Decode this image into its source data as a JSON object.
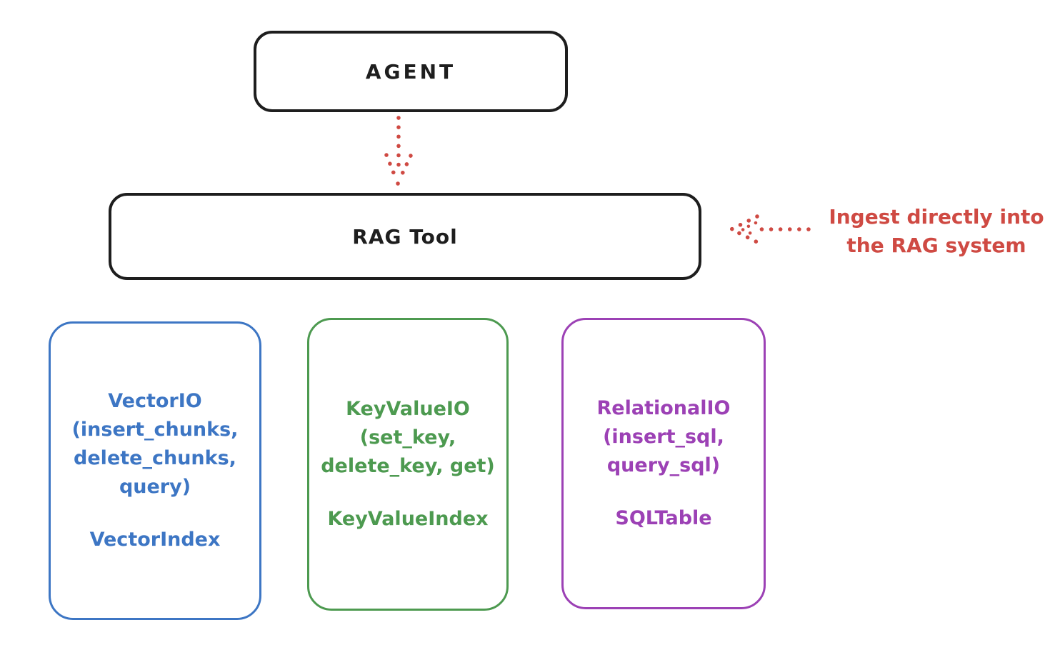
{
  "colors": {
    "ink": "#1e1e1e",
    "red": "#cf4a43",
    "blue": "#3d76c4",
    "green": "#4d9a50",
    "purple": "#9c41b5",
    "background": "#ffffff"
  },
  "agent_box": {
    "label": "AGENT"
  },
  "rag_tool_box": {
    "label": "RAG Tool"
  },
  "annotation": {
    "lines": [
      "Ingest directly into",
      "the RAG system"
    ]
  },
  "arrows": [
    {
      "name": "agent-to-ragtool-arrow",
      "style": "dotted",
      "color": "#cf4a43",
      "direction": "down"
    },
    {
      "name": "ingest-into-ragtool-arrow",
      "style": "dotted",
      "color": "#cf4a43",
      "direction": "left"
    }
  ],
  "stores": [
    {
      "name": "vector-io",
      "color": "#3d76c4",
      "lines": [
        "VectorIO",
        "(insert_chunks,",
        "delete_chunks,",
        "query)"
      ],
      "index": "VectorIndex"
    },
    {
      "name": "key-value-io",
      "color": "#4d9a50",
      "lines": [
        "KeyValueIO",
        "(set_key,",
        "delete_key, get)"
      ],
      "index": "KeyValueIndex"
    },
    {
      "name": "relational-io",
      "color": "#9c41b5",
      "lines": [
        "RelationalIO",
        "(insert_sql,",
        "query_sql)"
      ],
      "index": "SQLTable"
    }
  ]
}
